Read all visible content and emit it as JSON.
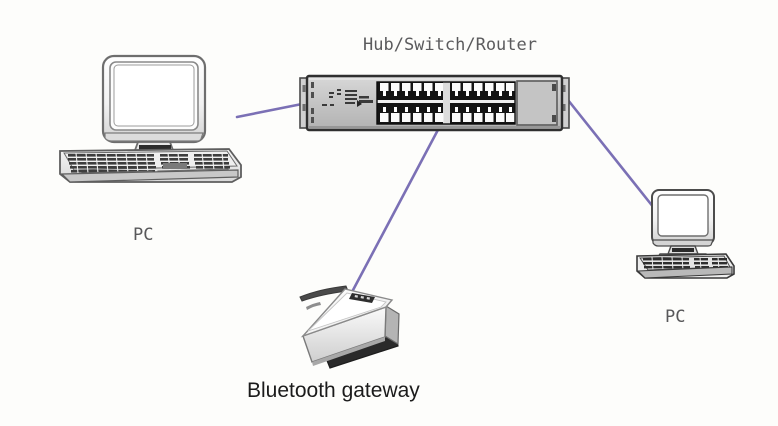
{
  "diagram": {
    "background_color": "#fdfdfb",
    "link_color": "#7b70b5",
    "title": "Hub/Switch/Router",
    "labels": {
      "pc_left": "PC",
      "pc_right": "PC",
      "gateway": "Bluetooth gateway"
    },
    "nodes": [
      {
        "id": "switch",
        "name": "hub-switch-router-device",
        "label": "Hub/Switch/Router",
        "type": "rack-switch",
        "port_rows": 2,
        "ports_per_row": 12,
        "body_color": "#c9c9c9",
        "port_panel_color": "#1a1a1a"
      },
      {
        "id": "pc-left",
        "name": "pc-left",
        "label": "PC",
        "type": "desktop-computer"
      },
      {
        "id": "pc-right",
        "name": "pc-right",
        "label": "PC",
        "type": "desktop-computer"
      },
      {
        "id": "gateway",
        "name": "bluetooth-gateway",
        "label": "Bluetooth gateway",
        "type": "gateway-device",
        "body_color": "#f4f4f4"
      }
    ],
    "connections": [
      {
        "name": "link-switch-to-pc-left",
        "from": "switch",
        "to": "pc-left"
      },
      {
        "name": "link-switch-to-gateway",
        "from": "switch",
        "to": "gateway"
      },
      {
        "name": "link-switch-to-pc-right",
        "from": "switch",
        "to": "pc-right"
      }
    ]
  }
}
